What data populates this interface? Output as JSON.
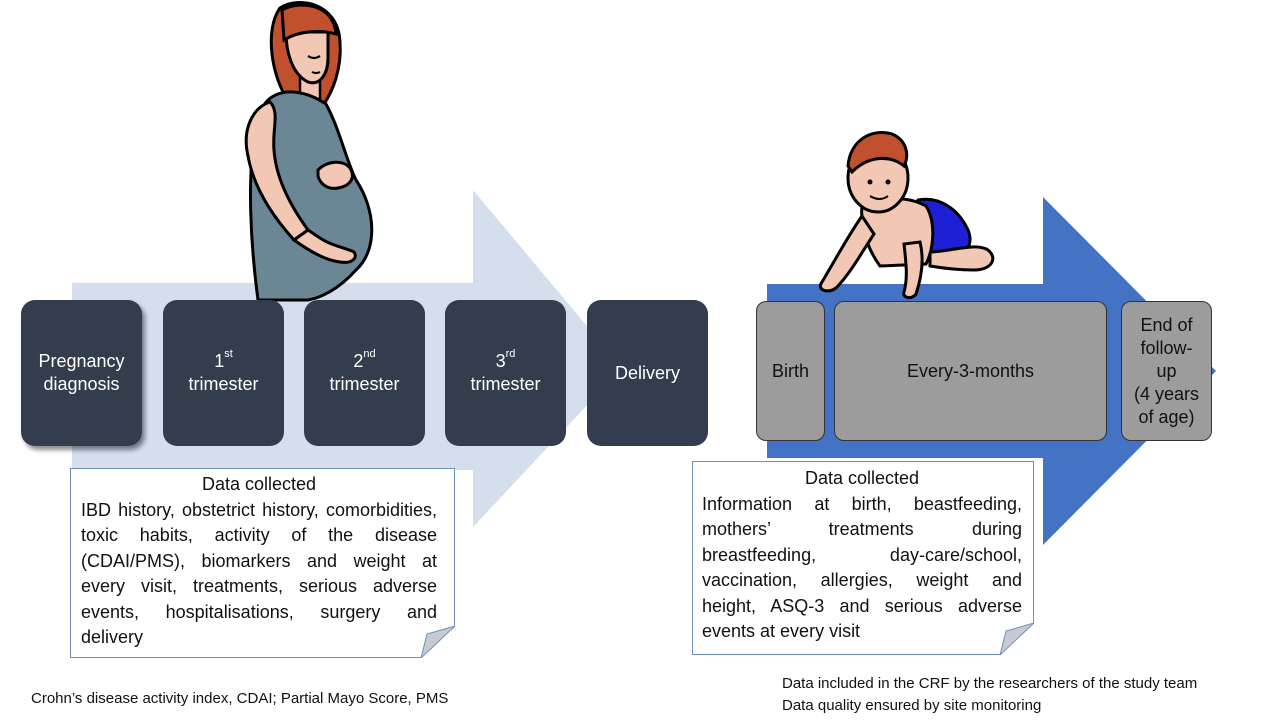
{
  "mother_timeline": {
    "stages": [
      {
        "line1": "Pregnancy",
        "line2": "diagnosis"
      },
      {
        "num": "1",
        "sup": "st",
        "line2": "trimester"
      },
      {
        "num": "2",
        "sup": "nd",
        "line2": "trimester"
      },
      {
        "num": "3",
        "sup": "rd",
        "line2": "trimester"
      },
      {
        "line1": "Delivery"
      }
    ],
    "data_box": {
      "title": "Data collected",
      "text": "IBD history, obstetrict history, comorbidities, toxic habits, activity of the disease (CDAI/PMS), biomarkers and weight at every visit, treatments, serious adverse events, hospitalisations, surgery and delivery"
    }
  },
  "child_timeline": {
    "birth": "Birth",
    "every": "Every-3-months",
    "end": {
      "line1": "End of",
      "line2": "follow-",
      "line3": "up",
      "line4": "(4 years",
      "line5": "of age)"
    },
    "data_box": {
      "title": "Data collected",
      "text": "Information at birth, beastfeeding, mothers’ treatments during breastfeeding, day-care/school, vaccination, allergies, weight and height, ASQ-3 and serious adverse events at every visit"
    }
  },
  "footnotes": {
    "left": "Crohn’s disease activity index, CDAI; Partial Mayo Score, PMS",
    "right_line1": "Data included in the CRF by the researchers of the study team",
    "right_line2": "Data quality ensured by site monitoring"
  },
  "colors": {
    "light_arrow": "#d4deed",
    "blue_arrow": "#4472c4",
    "stage_box": "#333d4e",
    "grey_box": "#9c9c9c",
    "hair": "#c0502e",
    "dress": "#6b8796",
    "skin": "#f2c7b3",
    "diaper": "#1f1fd6"
  },
  "icons": [
    "pregnant-woman-illustration",
    "crawling-baby-illustration"
  ]
}
